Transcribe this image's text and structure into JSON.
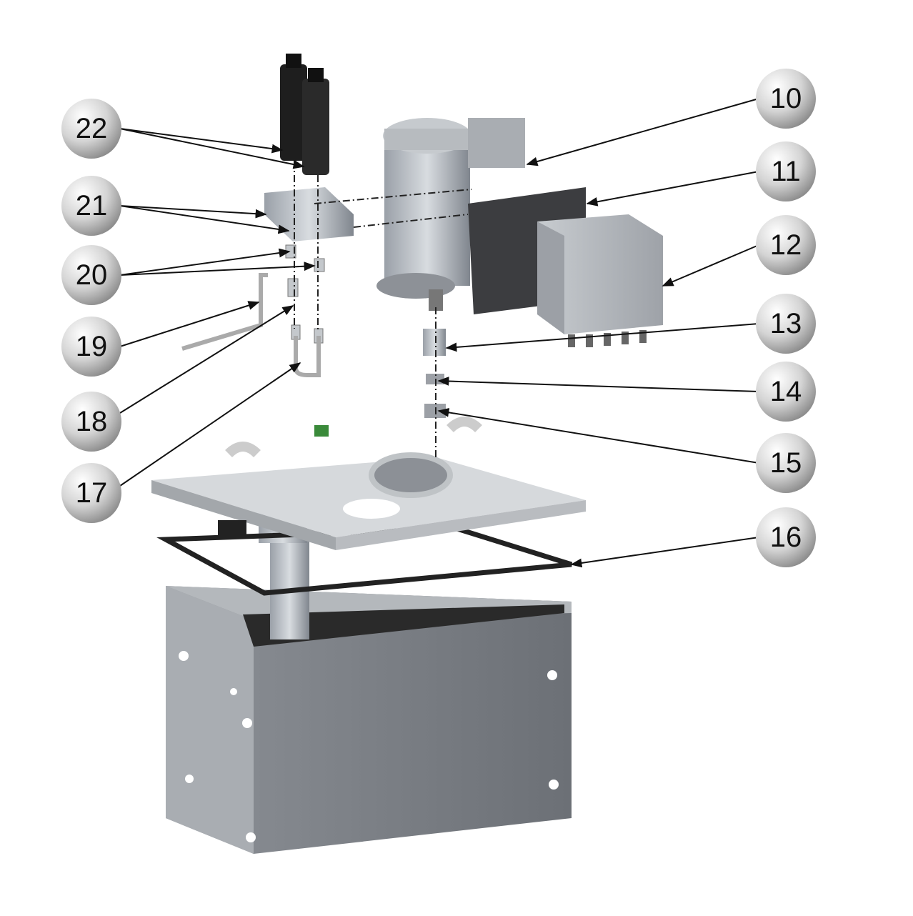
{
  "diagram": {
    "type": "exploded-assembly",
    "callouts": [
      {
        "number": "22",
        "side": "left"
      },
      {
        "number": "21",
        "side": "left"
      },
      {
        "number": "20",
        "side": "left"
      },
      {
        "number": "19",
        "side": "left"
      },
      {
        "number": "18",
        "side": "left"
      },
      {
        "number": "17",
        "side": "left"
      },
      {
        "number": "10",
        "side": "right"
      },
      {
        "number": "11",
        "side": "right"
      },
      {
        "number": "12",
        "side": "right"
      },
      {
        "number": "13",
        "side": "right"
      },
      {
        "number": "14",
        "side": "right"
      },
      {
        "number": "15",
        "side": "right"
      },
      {
        "number": "16",
        "side": "right"
      }
    ]
  }
}
